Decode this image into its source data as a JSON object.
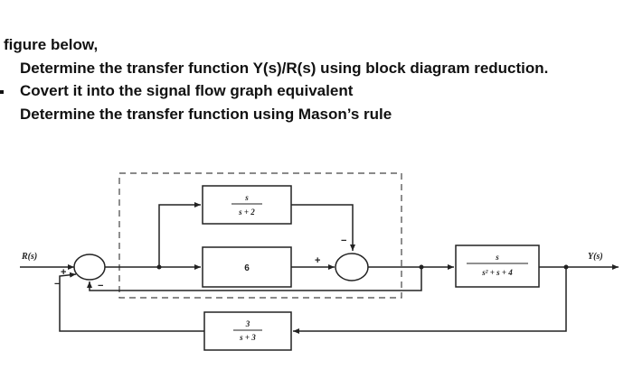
{
  "problem": {
    "intro": "figure below,",
    "items": [
      "Determine the transfer function Y(s)/R(s) using block diagram reduction.",
      "Covert it into the signal flow graph equivalent",
      "Determine the transfer function using Mason’s rule"
    ]
  },
  "diagram": {
    "input_label": "R(s)",
    "output_label": "Y(s)",
    "blocks": {
      "top": {
        "num": "s",
        "den": "s + 2"
      },
      "middle": {
        "value": "6"
      },
      "plant": {
        "num": "s",
        "den": "s² + s + 4"
      },
      "feedback": {
        "num": "3",
        "den": "s + 3"
      }
    },
    "signs": {
      "sum1_input": "+",
      "sum1_feedback_outer": "−",
      "sum1_feedback_inner": "−",
      "sum2_top": "−",
      "sum2_left": "+"
    }
  }
}
